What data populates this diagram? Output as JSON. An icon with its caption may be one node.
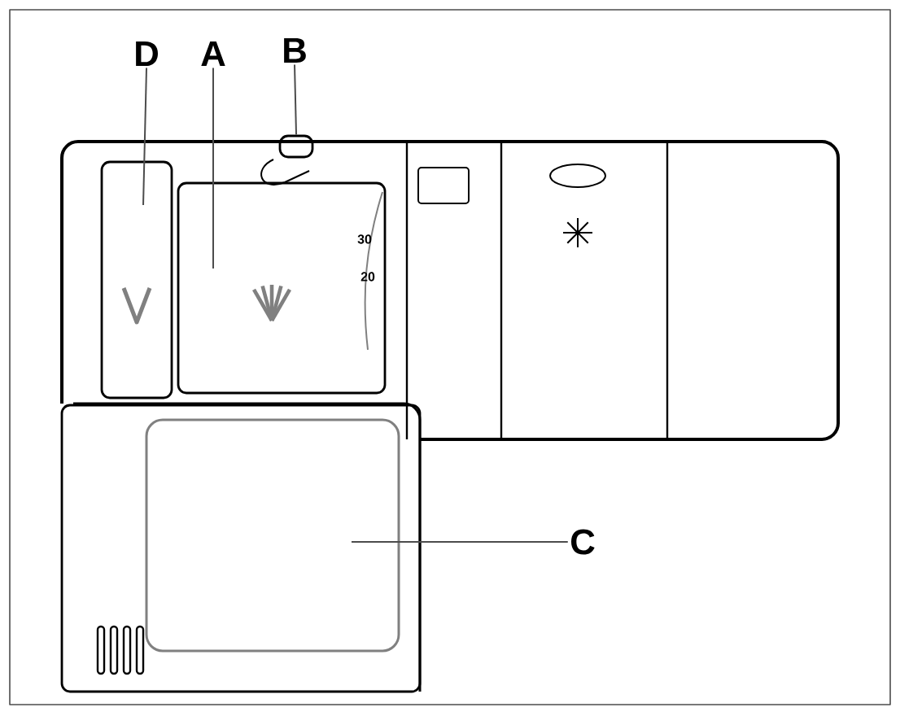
{
  "diagram": {
    "nodes": [
      {
        "text": [
          "D"
        ]
      },
      {
        "text": [
          "A"
        ]
      },
      {
        "text": [
          "B"
        ]
      },
      {
        "text": [
          "C"
        ]
      },
      {
        "text": [],
        "shape": "box"
      },
      {
        "text": [],
        "shape": "box"
      },
      {
        "text": [],
        "shape": "box"
      },
      {
        "text": [],
        "shape": "box"
      }
    ],
    "edges": [
      {
        "from": 0,
        "to": 4,
        "arrow": "none"
      },
      {
        "from": 1,
        "to": 5,
        "arrow": "none"
      },
      {
        "from": 2,
        "to": 6,
        "arrow": "none"
      },
      {
        "from": 3,
        "to": 7,
        "arrow": "none"
      }
    ],
    "labels": [
      "30",
      "20"
    ]
  }
}
